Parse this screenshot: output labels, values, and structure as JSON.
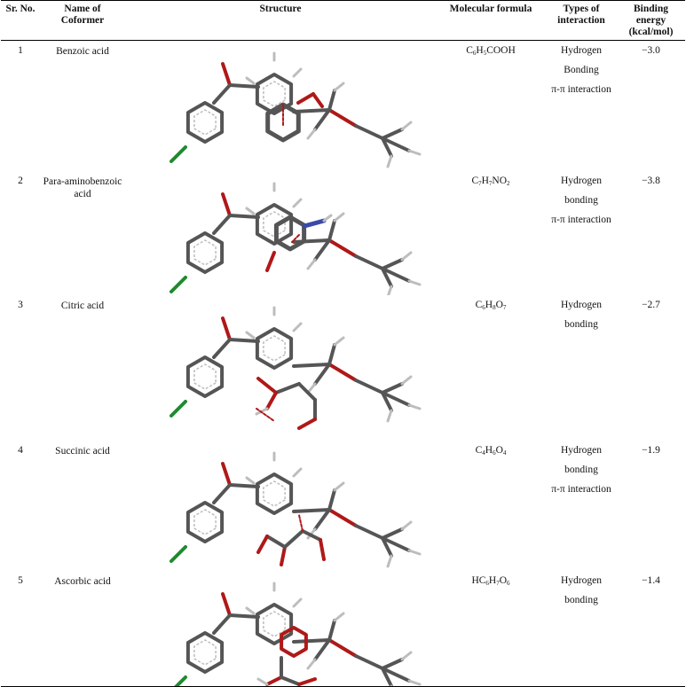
{
  "headers": {
    "srno": "Sr. No.",
    "name": "Name of Coformer",
    "structure": "Structure",
    "formula": "Molecular formula",
    "interaction": "Types of interaction",
    "energy": "Binding energy (kcal/mol)"
  },
  "rows": [
    {
      "no": "1",
      "name": "Benzoic acid",
      "formula": {
        "p": [
          "C",
          "6",
          "H",
          "5",
          "COOH"
        ]
      },
      "interaction": [
        "Hydrogen",
        "Bonding",
        "π-π interaction"
      ],
      "energy": "−3.0"
    },
    {
      "no": "2",
      "name": "Para-aminobenzoic acid",
      "formula": {
        "p": [
          "C",
          "7",
          "H",
          "7",
          "NO",
          "2",
          ""
        ]
      },
      "interaction": [
        "Hydrogen",
        "bonding",
        "π-π interaction"
      ],
      "energy": "−3.8"
    },
    {
      "no": "3",
      "name": "Citric acid",
      "formula": {
        "p": [
          "C",
          "6",
          "H",
          "8",
          "O",
          "7",
          ""
        ]
      },
      "interaction": [
        "Hydrogen",
        "bonding"
      ],
      "energy": "−2.7"
    },
    {
      "no": "4",
      "name": "Succinic acid",
      "formula": {
        "p": [
          "C",
          "4",
          "H",
          "6",
          "O",
          "4",
          ""
        ]
      },
      "interaction": [
        "Hydrogen",
        "bonding",
        "π-π interaction"
      ],
      "energy": "−1.9"
    },
    {
      "no": "5",
      "name": "Ascorbic acid",
      "formula": {
        "p": [
          "HC",
          "6",
          "H",
          "7",
          "O",
          "6",
          ""
        ]
      },
      "interaction": [
        "Hydrogen",
        "bonding"
      ],
      "energy": "−1.4"
    }
  ],
  "colors": {
    "carbon": "#555555",
    "oxygen": "#b01818",
    "hydrogen": "#bdbdbd",
    "nitrogen": "#3a4aa8",
    "chlorine": "#1f8a2e"
  }
}
